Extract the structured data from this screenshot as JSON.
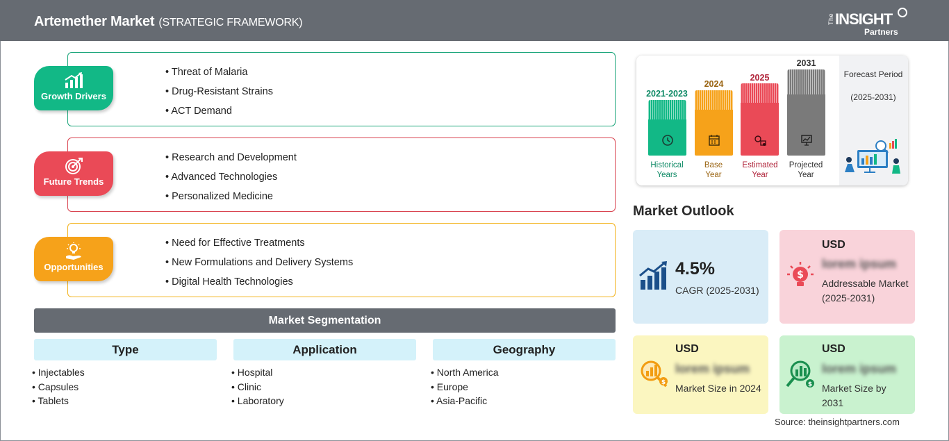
{
  "header": {
    "title": "Artemether Market",
    "subtitle": "(STRATEGIC FRAMEWORK)",
    "logo": {
      "the": "The",
      "main": "INSIGHT",
      "sub": "Partners"
    }
  },
  "framework": [
    {
      "label": "Growth Drivers",
      "icon": "growth-chart-icon",
      "color": "#12b886",
      "items": [
        "Threat of Malaria",
        "Drug-Resistant Strains",
        "ACT Demand"
      ]
    },
    {
      "label": "Future Trends",
      "icon": "target-icon",
      "color": "#ea4a57",
      "items": [
        "Research and Development",
        "Advanced Technologies",
        "Personalized Medicine"
      ]
    },
    {
      "label": "Opportunities",
      "icon": "lightbulb-hand-icon",
      "color": "#f6a21a",
      "items": [
        "Need for Effective Treatments",
        "New Formulations and Delivery Systems",
        "Digital Health Technologies"
      ]
    }
  ],
  "segmentation": {
    "title": "Market Segmentation",
    "columns": [
      {
        "header": "Type",
        "items": [
          "Injectables",
          "Capsules",
          "Tablets"
        ]
      },
      {
        "header": "Application",
        "items": [
          "Hospital",
          "Clinic",
          "Laboratory"
        ]
      },
      {
        "header": "Geography",
        "items": [
          "North America",
          "Europe",
          "Asia-Pacific"
        ]
      }
    ]
  },
  "timeline": {
    "stages": [
      {
        "year": "2021-2023",
        "caption_1": "Historical",
        "caption_2": "Years",
        "color": "#12b886",
        "text_color": "#0f8a66"
      },
      {
        "year": "2024",
        "caption_1": "Base",
        "caption_2": "Year",
        "color": "#f6a21a",
        "text_color": "#9a6412"
      },
      {
        "year": "2025",
        "caption_1": "Estimated",
        "caption_2": "Year",
        "color": "#ea4a57",
        "text_color": "#b0243a"
      },
      {
        "year": "2031",
        "caption_1": "Projected",
        "caption_2": "Year",
        "color": "#7a7a7a",
        "text_color": "#333333"
      }
    ],
    "forecast_title": "Forecast Period",
    "forecast_range": "(2025-2031)"
  },
  "outlook": {
    "title": "Market Outlook",
    "cagr": {
      "value": "4.5%",
      "label": "CAGR (2025-2031)"
    },
    "addressable": {
      "currency": "USD",
      "value": "lorem ipsum",
      "label": "Addressable Market (2025-2031)"
    },
    "size_2024": {
      "currency": "USD",
      "value": "lorem ipsum",
      "label": "Market Size in 2024"
    },
    "size_2031": {
      "currency": "USD",
      "value": "lorem ipsum",
      "label": "Market Size by 2031"
    }
  },
  "source": "Source: theinsightpartners.com"
}
